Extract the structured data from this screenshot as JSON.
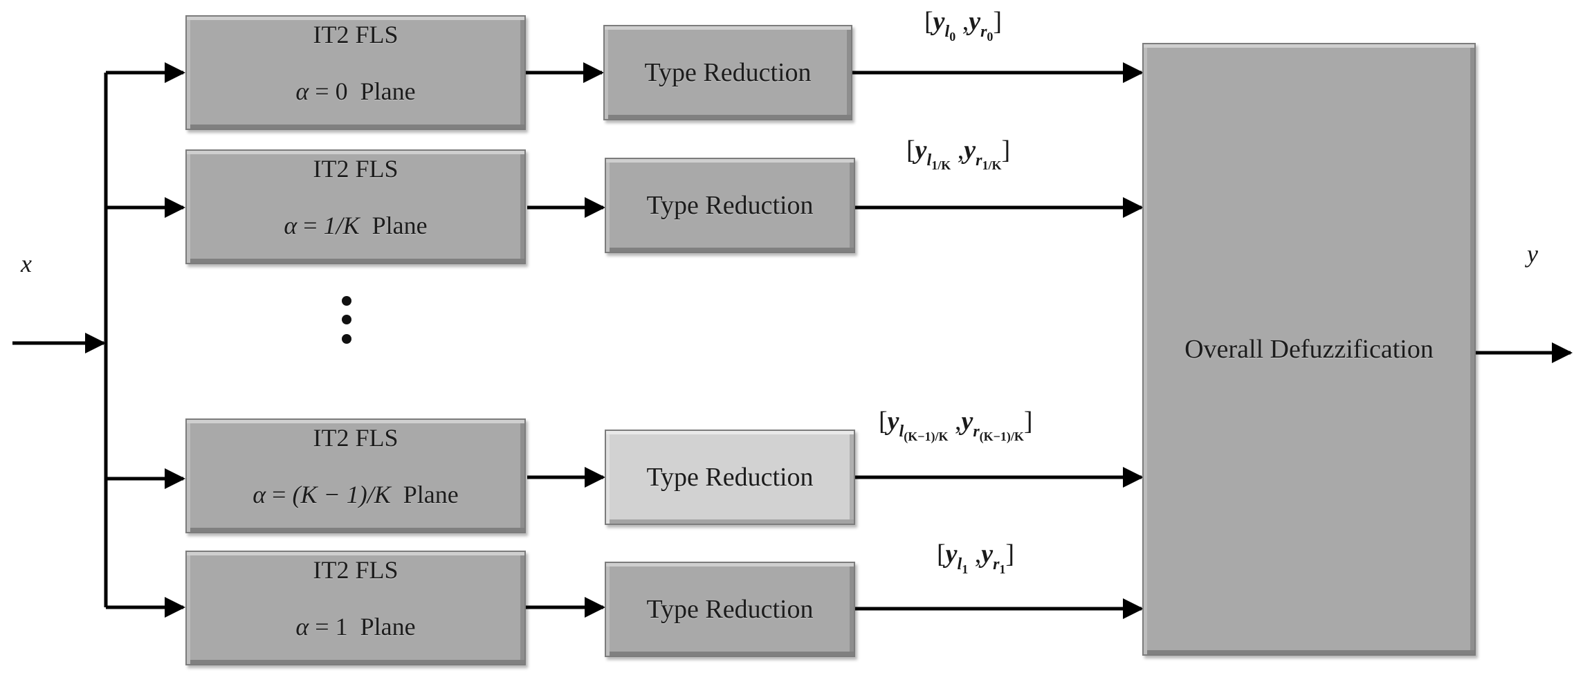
{
  "input_label": "x",
  "output_label": "y",
  "planes": [
    {
      "title": "IT2 FLS",
      "alpha_value": "0",
      "plane_word": "Plane"
    },
    {
      "title": "IT2 FLS",
      "alpha_value": "1/K",
      "plane_word": "Plane"
    },
    {
      "title": "IT2 FLS",
      "alpha_value": "(K − 1)/K",
      "plane_word": "Plane"
    },
    {
      "title": "IT2 FLS",
      "alpha_value": "1",
      "plane_word": "Plane"
    }
  ],
  "alpha_symbol": "α",
  "equals_sign": "=",
  "type_reduction_label": "Type Reduction",
  "defuzz_label": "Overall Defuzzification",
  "outputs": [
    {
      "y": "y",
      "l_sub": "l",
      "l_subsub": "0",
      "r_sub": "r",
      "r_subsub": "0"
    },
    {
      "y": "y",
      "l_sub": "l",
      "l_subsub": "1/K",
      "r_sub": "r",
      "r_subsub": "1/K"
    },
    {
      "y": "y",
      "l_sub": "l",
      "l_subsub": "(K−1)/K",
      "r_sub": "r",
      "r_subsub": "(K−1)/K"
    },
    {
      "y": "y",
      "l_sub": "l",
      "l_subsub": "1",
      "r_sub": "r",
      "r_subsub": "1"
    }
  ],
  "colors": {
    "block_fill": "#a9a9a9",
    "block_fill_light": "#d2d2d2",
    "line": "#000000"
  }
}
